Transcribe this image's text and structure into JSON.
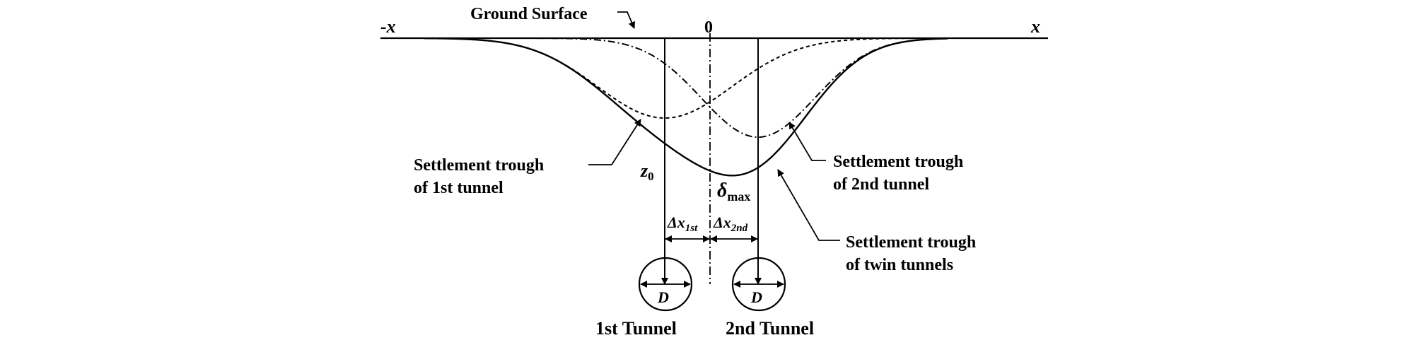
{
  "axis": {
    "neg_x": "-x",
    "pos_x": "x",
    "origin": "0"
  },
  "labels": {
    "ground_surface": "Ground Surface",
    "trough_1st_line1": "Settlement trough",
    "trough_1st_line2": "of 1st tunnel",
    "trough_2nd_line1": "Settlement trough",
    "trough_2nd_line2": "of 2nd tunnel",
    "trough_twin_line1": "Settlement trough",
    "trough_twin_line2": "of twin tunnels",
    "z0_base": "z",
    "z0_sub": "0",
    "dmax_base": "δ",
    "dmax_sub": "max",
    "dx1_base": "Δx",
    "dx1_sub": "1st",
    "dx2_base": "Δx",
    "dx2_sub": "2nd",
    "diameter_1": "D",
    "diameter_2": "D",
    "tunnel_1": "1st Tunnel",
    "tunnel_2": "2nd Tunnel"
  }
}
